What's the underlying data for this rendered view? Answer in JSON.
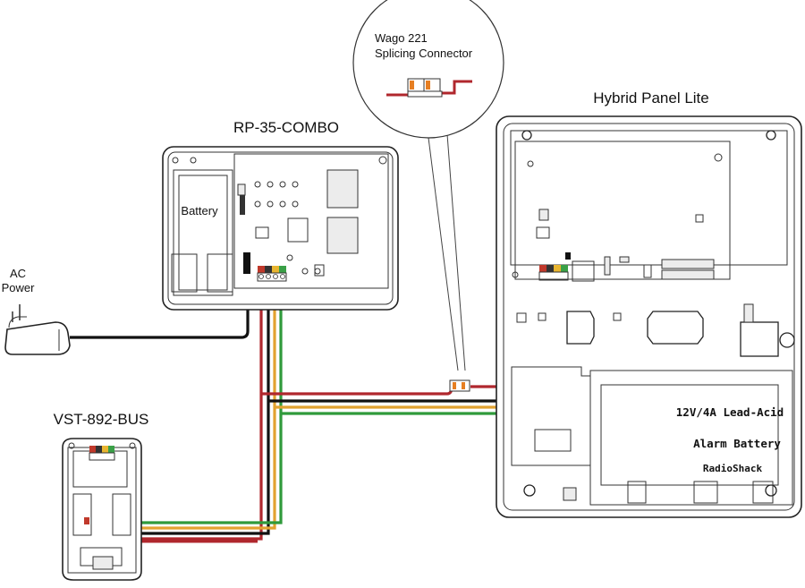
{
  "labels": {
    "rp35": "RP-35-COMBO",
    "hybrid": "Hybrid Panel Lite",
    "vst": "VST-892-BUS",
    "ac_line1": "AC",
    "ac_line2": "Power",
    "battery": "Battery",
    "wago_line1": "Wago 221",
    "wago_line2": "Splicing Connector",
    "lead_acid": "12V/4A  Lead-Acid",
    "alarm_battery": "Alarm Battery",
    "radioshack": "RadioShack"
  },
  "colors": {
    "red_wire": "#b0272d",
    "black_wire": "#111111",
    "yellow_wire": "#e2a230",
    "green_wire": "#2f9a3b",
    "terminal_red": "#c0392b",
    "terminal_black": "#333333",
    "terminal_yellow": "#e8b530",
    "terminal_green": "#3aa047",
    "connector_orange": "#e67e22"
  }
}
